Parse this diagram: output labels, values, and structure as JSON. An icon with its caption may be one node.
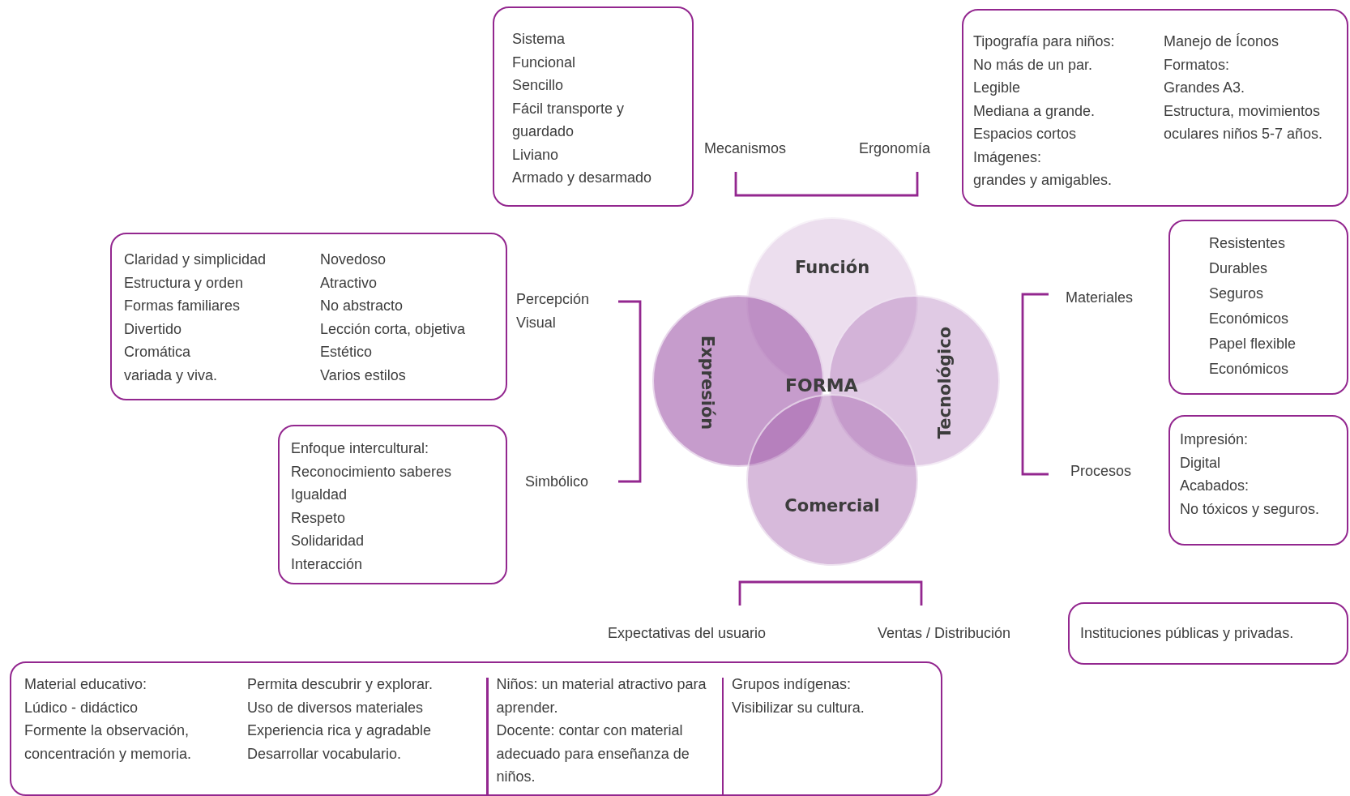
{
  "diagram": {
    "nodes": [
      {
        "text": [
          "Sistema",
          "Funcional",
          "Sencillo",
          "Fácil transporte y guardado",
          "Liviano",
          "Armado y desarmado"
        ]
      },
      {
        "text": [
          "Tipografía para niños:",
          "No más de un par.",
          "Legible",
          "Mediana a grande.",
          "Espacios cortos",
          "Imágenes:",
          "grandes y amigables.",
          "Manejo de Íconos",
          "Formatos:",
          "Grandes A3.",
          "Estructura, movimientos oculares niños 5-7 años."
        ]
      },
      {
        "text": [
          "Claridad y simplicidad",
          "Estructura y orden",
          "Formas familiares",
          "Divertido",
          "Cromática",
          "variada y viva.",
          "Novedoso",
          "Atractivo",
          "No abstracto",
          "Lección corta, objetiva",
          "Estético",
          "Varios estilos"
        ]
      },
      {
        "text": [
          "Función"
        ]
      },
      {
        "text": [
          "Resistentes",
          "Durables",
          "Seguros",
          "Económicos",
          "Papel flexible",
          "Económicos"
        ]
      },
      {
        "text": [
          "Expresión"
        ]
      },
      {
        "text": [
          "Tecnológico"
        ]
      },
      {
        "text": [
          "Comercial"
        ]
      },
      {
        "text": [
          "Enfoque intercultural:",
          "Reconocimiento saberes",
          "Igualdad",
          "Respeto",
          "Solidaridad",
          "Interacción"
        ]
      },
      {
        "text": [
          "Impresión:",
          "Digital",
          "Acabados:",
          "No tóxicos y seguros."
        ]
      },
      {
        "text": [
          "Instituciones públicas y privadas."
        ]
      },
      {
        "text": [
          "Material educativo:",
          "Lúdico - didáctico",
          "Formente la observación, concentración y memoria.",
          "Permita descubrir y explorar.",
          "Uso de diversos materiales",
          "Experiencia rica y agradable",
          "Desarrollar vocabulario.",
          "Niños: un material atractivo para aprender.",
          "Docente: contar con material adecuado para enseñanza de niños.",
          "Grupos indígenas:",
          "Visibilizar su cultura."
        ]
      }
    ],
    "labels": [
      "Mecanismos",
      "Ergonomía",
      "Percepción Visual",
      "FORMA",
      "Materiales",
      "Simbólico",
      "Procesos",
      "Expectativas del usuario",
      "Ventas / Distribución"
    ]
  }
}
